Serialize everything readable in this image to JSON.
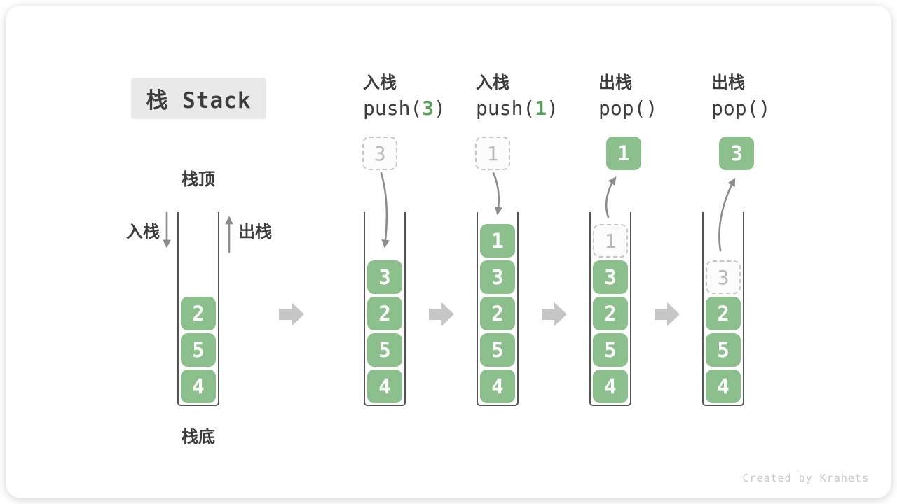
{
  "title": "栈 Stack",
  "watermark": "Created by Krahets",
  "legend": {
    "stack_top": "栈顶",
    "stack_bottom": "栈底",
    "push": "入栈",
    "pop": "出栈"
  },
  "colors": {
    "item_green": "#8BBF8B",
    "code_green": "#5AA05A",
    "text_dark": "#3C3C3C",
    "arrow_gray": "#8C8C8C",
    "block_arrow_gray": "#C6C6C6",
    "ghost_gray": "#C6C6C6",
    "ghost_text": "#B9B9B9",
    "wall_dark": "#555555",
    "badge_bg": "#E9E9E9",
    "watermark_gray": "#C9C9C9"
  },
  "columns": [
    {
      "type": "base",
      "items": [
        {
          "value": "2",
          "ghost": false
        },
        {
          "value": "5",
          "ghost": false
        },
        {
          "value": "4",
          "ghost": false
        }
      ]
    },
    {
      "type": "push",
      "op_label": "入栈",
      "op_code": {
        "pre": "push(",
        "arg": "3",
        "post": ")"
      },
      "floating": {
        "value": "3",
        "ghost": true
      },
      "items": [
        {
          "value": "3",
          "ghost": false
        },
        {
          "value": "2",
          "ghost": false
        },
        {
          "value": "5",
          "ghost": false
        },
        {
          "value": "4",
          "ghost": false
        }
      ]
    },
    {
      "type": "push",
      "op_label": "入栈",
      "op_code": {
        "pre": "push(",
        "arg": "1",
        "post": ")"
      },
      "floating": {
        "value": "1",
        "ghost": true
      },
      "items": [
        {
          "value": "1",
          "ghost": false
        },
        {
          "value": "3",
          "ghost": false
        },
        {
          "value": "2",
          "ghost": false
        },
        {
          "value": "5",
          "ghost": false
        },
        {
          "value": "4",
          "ghost": false
        }
      ]
    },
    {
      "type": "pop",
      "op_label": "出栈",
      "op_code": {
        "pre": "pop(",
        "arg": "",
        "post": ")"
      },
      "floating": {
        "value": "1",
        "ghost": false
      },
      "items": [
        {
          "value": "1",
          "ghost": true
        },
        {
          "value": "3",
          "ghost": false
        },
        {
          "value": "2",
          "ghost": false
        },
        {
          "value": "5",
          "ghost": false
        },
        {
          "value": "4",
          "ghost": false
        }
      ]
    },
    {
      "type": "pop",
      "op_label": "出栈",
      "op_code": {
        "pre": "pop(",
        "arg": "",
        "post": ")"
      },
      "floating": {
        "value": "3",
        "ghost": false
      },
      "items": [
        {
          "value": "3",
          "ghost": true
        },
        {
          "value": "2",
          "ghost": false
        },
        {
          "value": "5",
          "ghost": false
        },
        {
          "value": "4",
          "ghost": false
        }
      ]
    }
  ]
}
